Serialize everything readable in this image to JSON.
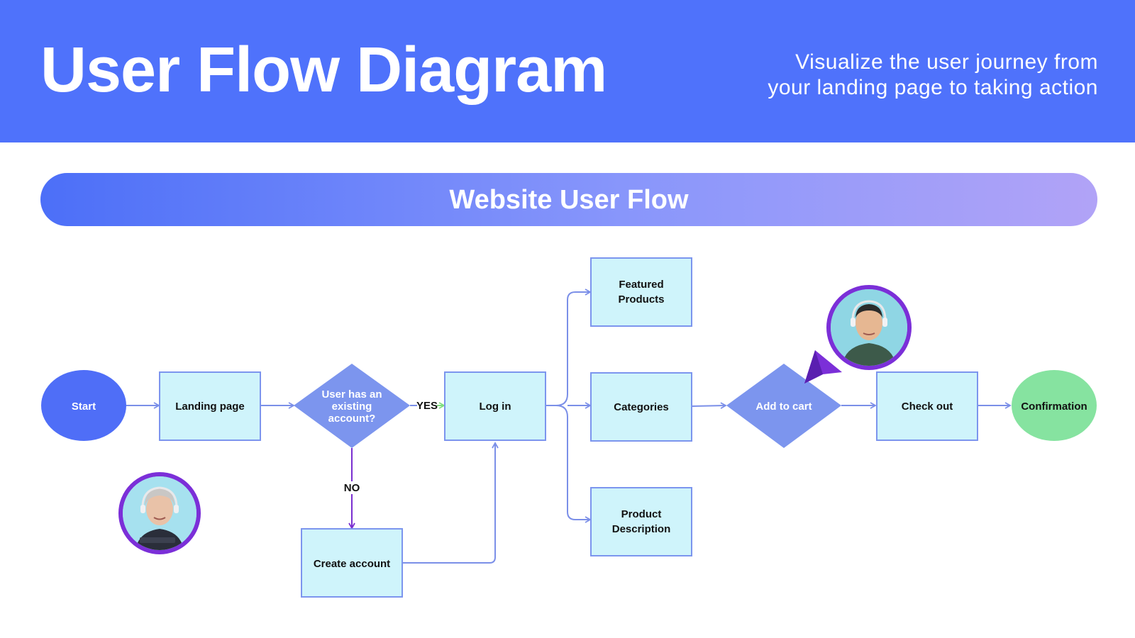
{
  "header": {
    "title": "User Flow Diagram",
    "subtitle_line1": "Visualize the user journey from",
    "subtitle_line2": "your landing page to taking action",
    "background": "#4f72fb"
  },
  "banner": {
    "title": "Website User Flow"
  },
  "diagram": {
    "nodes": {
      "start": "Start",
      "landing_page": "Landing page",
      "decision_line1": "User has an",
      "decision_line2": "existing",
      "decision_line3": "account?",
      "log_in": "Log in",
      "create_account": "Create account",
      "featured_line1": "Featured",
      "featured_line2": "Products",
      "categories": "Categories",
      "product_desc_line1": "Product",
      "product_desc_line2": "Description",
      "add_to_cart": "Add to cart",
      "check_out": "Check out",
      "confirmation": "Confirmation"
    },
    "edge_labels": {
      "yes": "YES",
      "no": "NO"
    },
    "colors": {
      "start_fill": "#4f6ef7",
      "box_fill": "#cff4fb",
      "box_stroke": "#7c95ee",
      "diamond_fill": "#7c95ee",
      "confirmation_fill": "#86e3a0",
      "connector": "#7b8fe8",
      "no_connector": "#7a2fd0",
      "yes_arrow": "#7fe07f",
      "avatar_ring": "#7b2fd8",
      "cursor": "#7b2fd8"
    }
  },
  "avatars": [
    {
      "icon": "avatar-woman-headphones-icon"
    },
    {
      "icon": "avatar-man-headphones-icon"
    }
  ]
}
